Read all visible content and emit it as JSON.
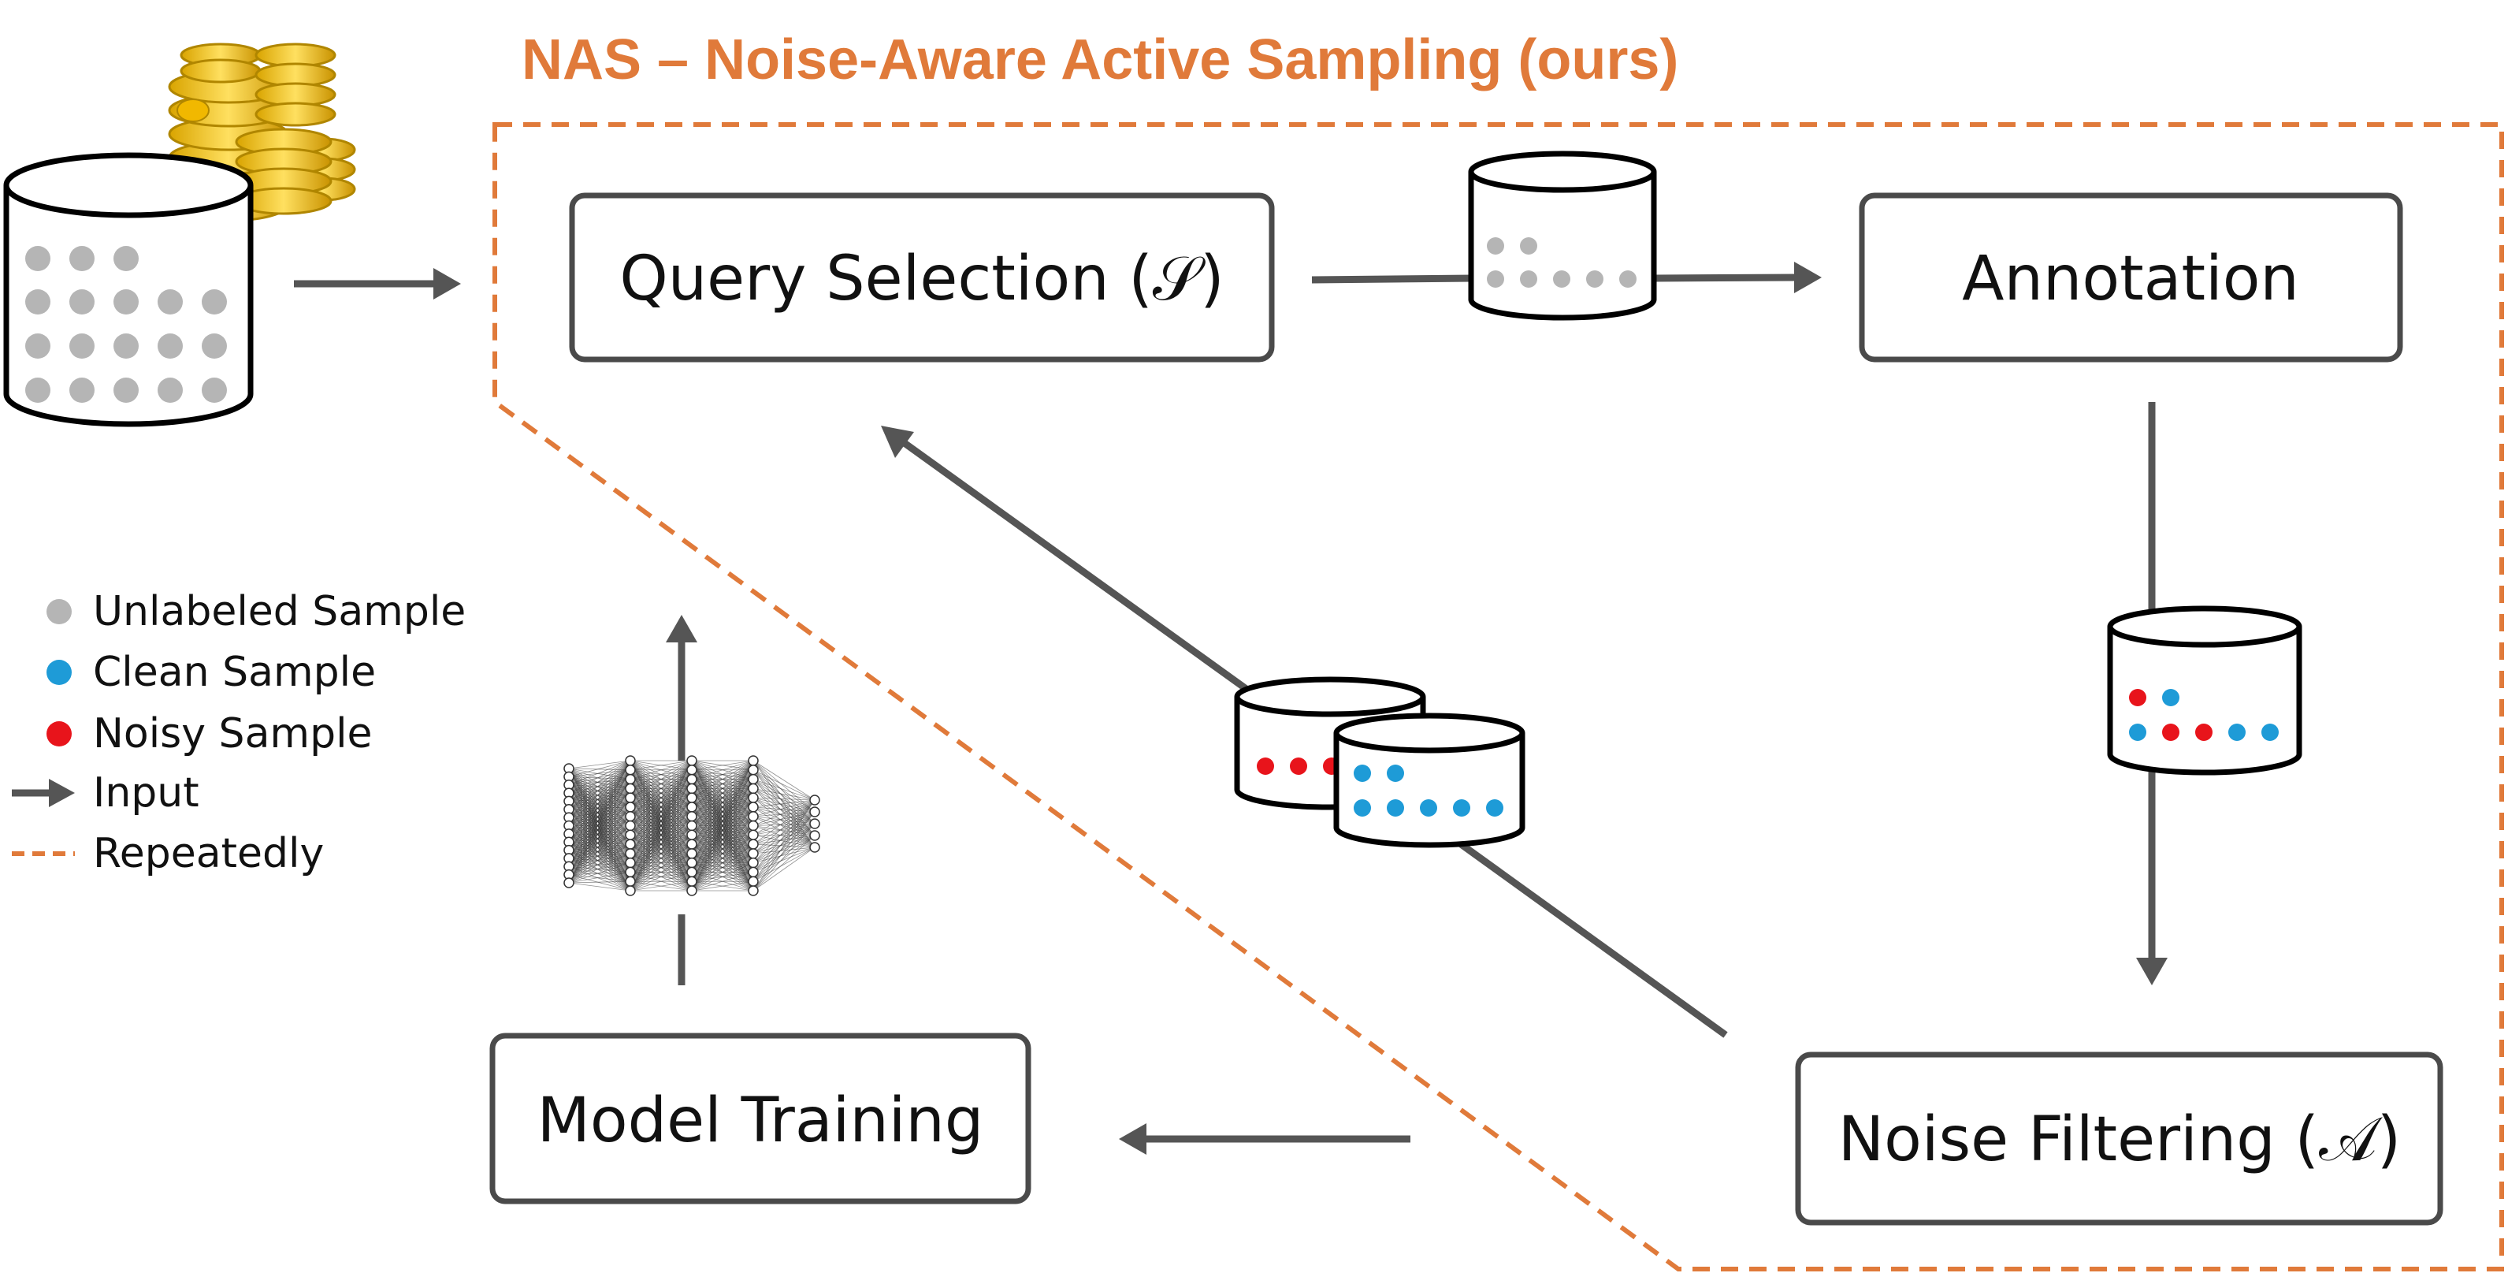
{
  "title": "NAS – Noise-Aware Active Sampling (ours)",
  "boxes": {
    "query_selection": "Query Selection (𝒮)",
    "annotation": "Annotation",
    "noise_filtering": "Noise Filtering (𝒜)",
    "model_training": "Model Training"
  },
  "legend": {
    "unlabeled": "Unlabeled Sample",
    "clean": "Clean Sample",
    "noisy": "Noisy Sample",
    "input": "Input",
    "repeatedly": "Repeatedly"
  },
  "colors": {
    "accent_orange": "#E07A3A",
    "unlabeled_gray": "#B5B5B5",
    "clean_blue": "#1E9BD7",
    "noisy_red": "#E8141B",
    "coin_gold": "#F5C518"
  },
  "icons": [
    "coins-icon",
    "database-icon",
    "neural-network-icon",
    "arrow-icon"
  ]
}
